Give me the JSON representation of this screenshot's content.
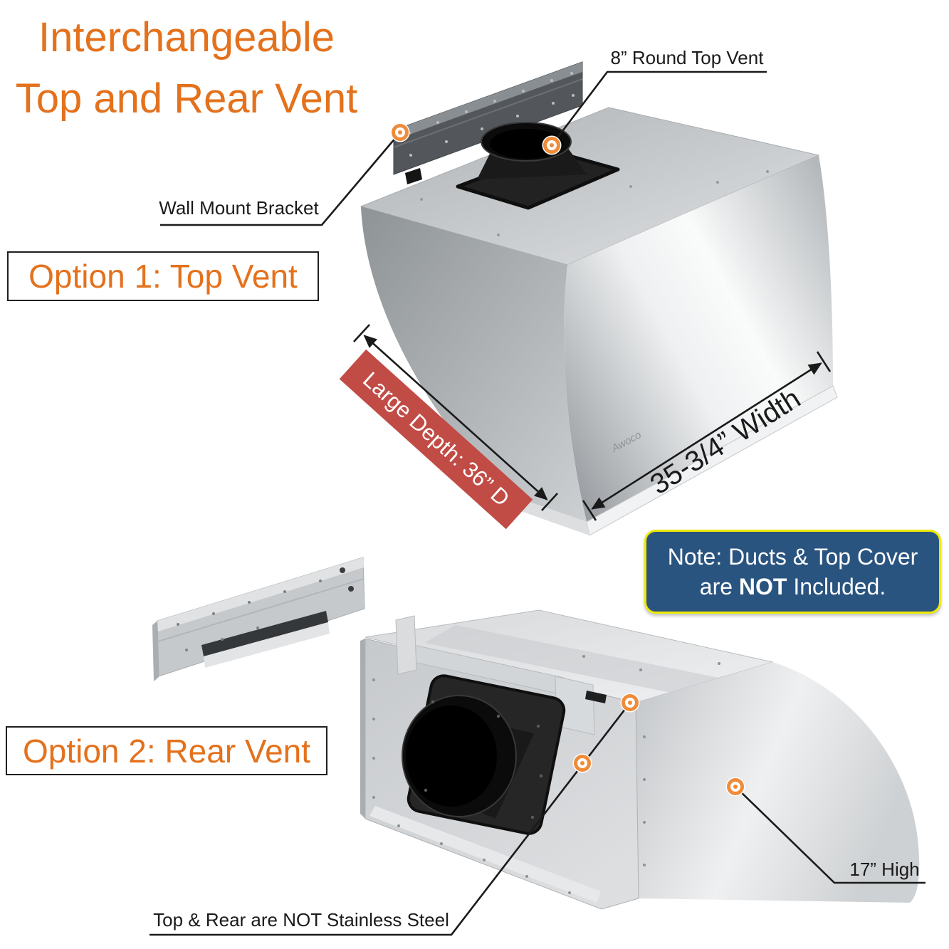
{
  "colors": {
    "accent_orange": "#e4711c",
    "marker_orange": "#ef8c3a",
    "depth_label_red": "#c14b45",
    "note_blue": "#2a5480",
    "note_border_yellow": "#ede900",
    "line_black": "#1a1a1a"
  },
  "heading": {
    "line1": "Interchangeable",
    "line2": "Top and Rear Vent"
  },
  "options": [
    {
      "label": "Option 1: Top Vent"
    },
    {
      "label": "Option 2: Rear Vent"
    }
  ],
  "callouts": {
    "round_top_vent": "8” Round Top Vent",
    "wall_mount_bracket": "Wall Mount Bracket",
    "height": "17” High",
    "not_stainless": "Top & Rear are NOT Stainless Steel"
  },
  "dimensions": {
    "depth": "Large Depth: 36” D",
    "width": "35-3/4” Width"
  },
  "note": {
    "line1": "Note: Ducts & Top Cover",
    "line2_pre": "are ",
    "line2_bold": "NOT",
    "line2_post": " Included."
  },
  "brand": {
    "logo": "Awoco"
  }
}
